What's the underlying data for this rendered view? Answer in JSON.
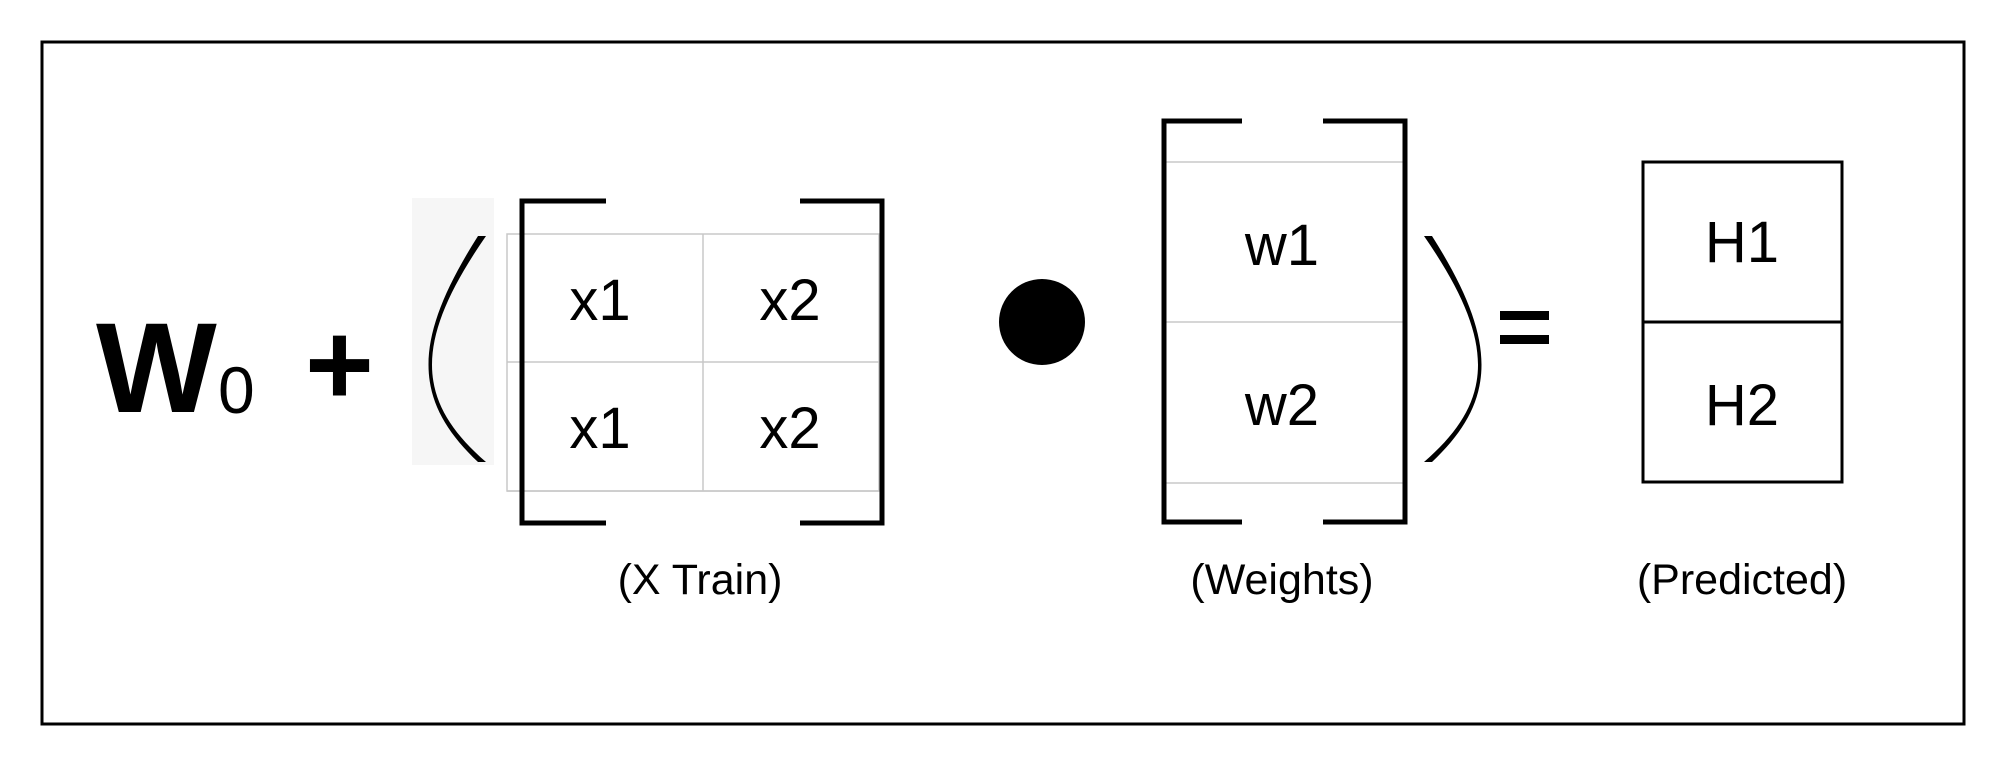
{
  "equation": {
    "w0_base": "W",
    "w0_sub": "0",
    "plus": "+",
    "left_paren": "(",
    "right_paren": ")",
    "equals": "="
  },
  "x_train": {
    "cells": [
      [
        "x1",
        "x2"
      ],
      [
        "x1",
        "x2"
      ]
    ],
    "label": "(X Train)"
  },
  "weights": {
    "cells": [
      "w1",
      "w2"
    ],
    "label": "(Weights)"
  },
  "predicted": {
    "cells": [
      "H1",
      "H2"
    ],
    "label": "(Predicted)"
  },
  "colors": {
    "ink": "#000000",
    "grid": "#c8c8c8",
    "paren_bg": "#f6f6f6",
    "background": "#ffffff"
  }
}
